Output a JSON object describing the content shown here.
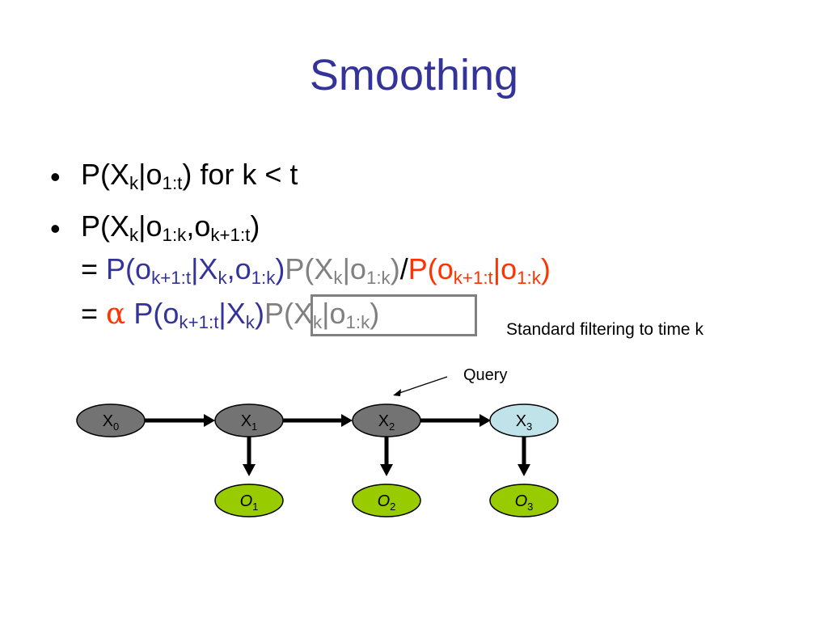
{
  "title": "Smoothing",
  "bullets": {
    "b1": {
      "p": "P(X",
      "k": "k",
      "bar_o": "|o",
      "sub": "1:t",
      "rest": ") for k < t"
    },
    "b2": {
      "p": "P(X",
      "k": "k",
      "bar_o": "|o",
      "sub1": "1:k",
      "comma_o": ",o",
      "sub2": "k+1:t",
      "close": ")"
    }
  },
  "eq1": {
    "eq": "=",
    "b_p": "P(o",
    "b_s1": "k+1:t",
    "b_x": "|X",
    "b_s2": "k",
    "b_o": ",o",
    "b_s3": "1:k",
    "b_c": ")",
    "g_p": "P(X",
    "g_s1": "k",
    "g_o": "|o",
    "g_s2": "1:k",
    "g_c": ")",
    "slash": "/",
    "r_p": "P(o",
    "r_s1": "k+1:t",
    "r_o": "|o",
    "r_s2": "1:k",
    "r_c": ")"
  },
  "eq2": {
    "eq": "=",
    "alpha": "α",
    "b_p": "P(o",
    "b_s1": "k+1:t",
    "b_x": "|X",
    "b_s2": "k",
    "b_c": ")",
    "g_p": "P(X",
    "g_s1": "k",
    "g_o": "|o",
    "g_s2": "1:k",
    "g_c": ")"
  },
  "annotations": {
    "filtering_note": "Standard filtering to time k",
    "query_label": "Query"
  },
  "diagram": {
    "states": [
      {
        "label": "X",
        "sub": "0",
        "fill": "#737373"
      },
      {
        "label": "X",
        "sub": "1",
        "fill": "#737373"
      },
      {
        "label": "X",
        "sub": "2",
        "fill": "#737373"
      },
      {
        "label": "X",
        "sub": "3",
        "fill": "#bfe3e8"
      }
    ],
    "observations": [
      {
        "label": "O",
        "sub": "1",
        "fill": "#99cc00"
      },
      {
        "label": "O",
        "sub": "2",
        "fill": "#99cc00"
      },
      {
        "label": "O",
        "sub": "3",
        "fill": "#99cc00"
      }
    ]
  },
  "colors": {
    "title": "#333399",
    "blue": "#333399",
    "gray": "#808080",
    "red": "#ff3300"
  }
}
